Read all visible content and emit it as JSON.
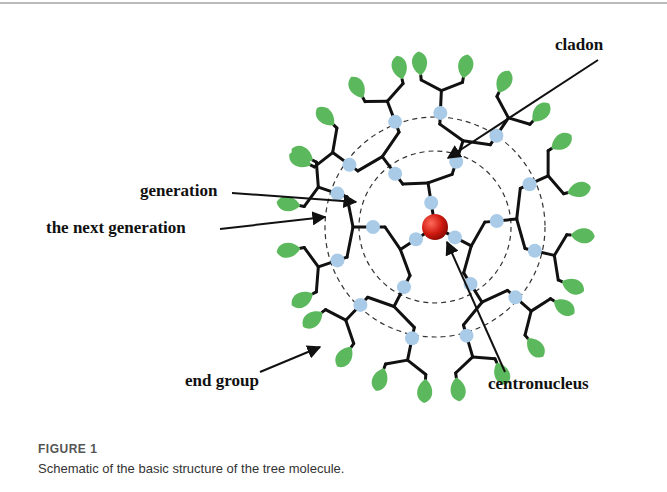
{
  "diagram": {
    "caption": "Schematic of the basic structure of the tree molecule.",
    "labels": [
      "cladon",
      "generation",
      "the next generation",
      "end group",
      "centronucleus",
      "FIGURE 1"
    ]
  }
}
